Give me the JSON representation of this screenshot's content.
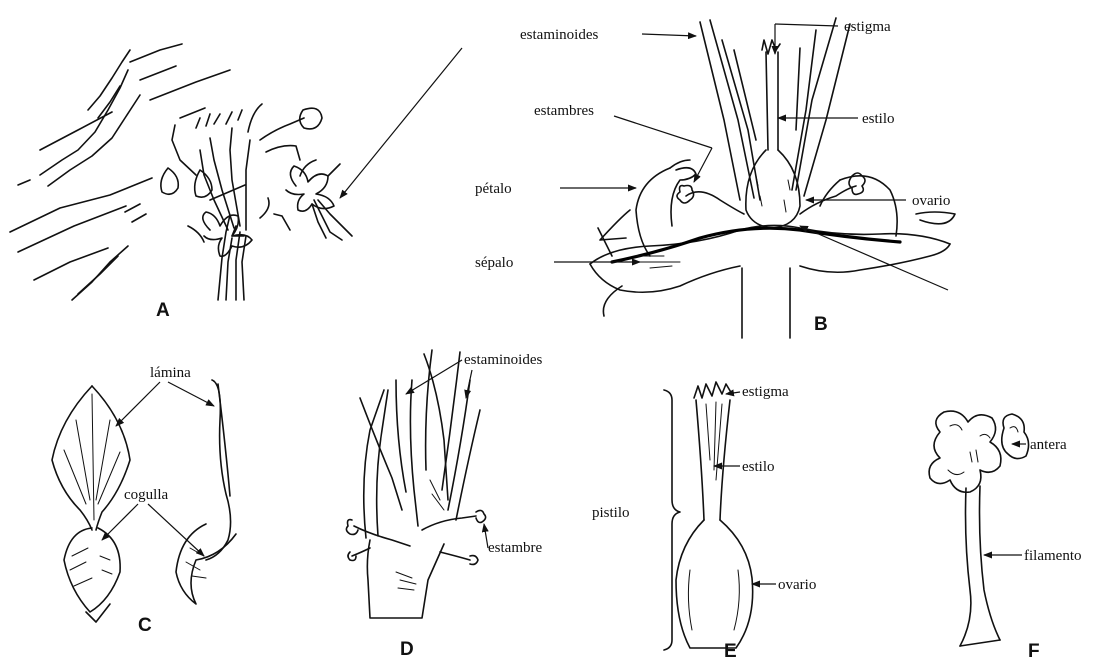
{
  "panels": {
    "A": "A",
    "B": "B",
    "C": "C",
    "D": "D",
    "E": "E",
    "F": "F"
  },
  "labels_b": {
    "estaminoides": "estaminoides",
    "estigma": "estigma",
    "estambres": "estambres",
    "estilo": "estilo",
    "petalo": "pétalo",
    "ovario": "ovario",
    "sepalo": "sépalo"
  },
  "labels_c": {
    "lamina": "lámina",
    "cogulla": "cogulla"
  },
  "labels_d": {
    "estaminoides": "estaminoides",
    "estambre": "estambre"
  },
  "labels_e": {
    "estigma": "estigma",
    "estilo": "estilo",
    "pistilo": "pistilo",
    "ovario": "ovario"
  },
  "labels_f": {
    "antera": "antera",
    "filamento": "filamento"
  }
}
